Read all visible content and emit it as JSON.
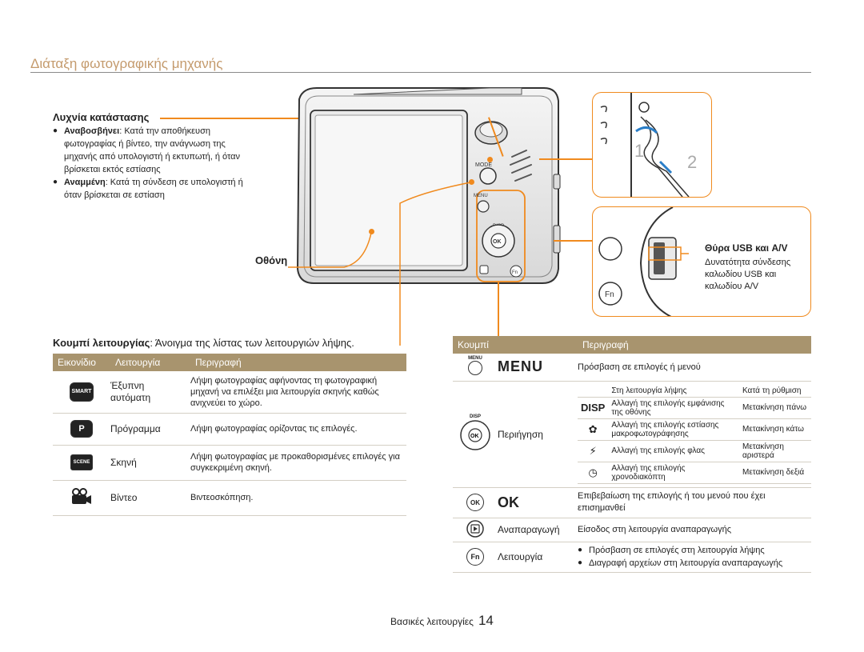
{
  "header": {
    "title": "Διάταξη φωτογραφικής μηχανής"
  },
  "status_lamp": {
    "label": "Λυχνία κατάστασης",
    "items": [
      {
        "term": "Αναβοσβήνει",
        "text": ": Κατά την αποθήκευση φωτογραφίας ή βίντεο, την ανάγνωση της μηχανής από υπολογιστή ή εκτυπωτή, ή όταν βρίσκεται εκτός εστίασης"
      },
      {
        "term": "Αναμμένη",
        "text": ": Κατά τη σύνδεση σε υπολογιστή ή όταν βρίσκεται σε εστίαση"
      }
    ]
  },
  "screen_label": "Οθόνη",
  "usb_port": {
    "label": "Θύρα USB και A/V",
    "desc_1": "Δυνατότητα σύνδεσης",
    "desc_2": "καλωδίου USB και",
    "desc_3": "καλωδίου A/V"
  },
  "camera": {
    "mode_label": "MODE",
    "menu_label": "MENU",
    "disp_label": "DISP",
    "ok_label": "OK",
    "fn_label": "Fn",
    "inset_step_1": "1",
    "inset_step_2": "2"
  },
  "mode_intro": {
    "term": "Κουμπί λειτουργίας",
    "text": ": Άνοιγμα της λίστας των λειτουργιών λήψης."
  },
  "mode_table": {
    "headers": [
      "Εικονίδιο",
      "Λειτουργία",
      "Περιγραφή"
    ],
    "rows": [
      {
        "icon": "smart-auto-icon",
        "icon_text": "SMART",
        "mode_1": "Έξυπνη",
        "mode_2": "αυτόματη",
        "desc": "Λήψη φωτογραφίας αφήνοντας τη φωτογραφική μηχανή να επιλέξει μια λειτουργία σκηνής καθώς ανιχνεύει το χώρο."
      },
      {
        "icon": "program-icon",
        "icon_text": "P",
        "mode_1": "Πρόγραμμα",
        "mode_2": "",
        "desc": "Λήψη φωτογραφίας ορίζοντας τις επιλογές."
      },
      {
        "icon": "scene-icon",
        "icon_text": "SCENE",
        "mode_1": "Σκηνή",
        "mode_2": "",
        "desc": "Λήψη φωτογραφίας με προκαθορισμένες επιλογές για συγκεκριμένη σκηνή."
      },
      {
        "icon": "movie-icon",
        "icon_text": "",
        "mode_1": "Βίντεο",
        "mode_2": "",
        "desc": "Βιντεοσκόπηση."
      }
    ]
  },
  "button_table": {
    "headers": [
      "Κουμπί",
      "Περιγραφή"
    ],
    "menu_row": {
      "small_label": "MENU",
      "big_label": "MENU",
      "desc": "Πρόσβαση σε επιλογές ή μενού"
    },
    "nav_row": {
      "label": "Περιήγηση",
      "sub_headers": [
        "Στη λειτουργία λήψης",
        "Κατά τη ρύθμιση"
      ],
      "sub_rows": [
        {
          "icon": "disp-icon",
          "icon_text": "DISP",
          "shoot": "Αλλαγή της επιλογής εμφάνισης της οθόνης",
          "setup": "Μετακίνηση πάνω"
        },
        {
          "icon": "macro-icon",
          "icon_text": "✿",
          "shoot": "Αλλαγή της επιλογής εστίασης μακροφωτογράφησης",
          "setup": "Μετακίνηση κάτω"
        },
        {
          "icon": "flash-icon",
          "icon_text": "⚡",
          "shoot": "Αλλαγή της επιλογής φλας",
          "setup": "Μετακίνηση αριστερά"
        },
        {
          "icon": "timer-icon",
          "icon_text": "◷",
          "shoot": "Αλλαγή της επιλογής χρονοδιακόπτη",
          "setup": "Μετακίνηση δεξιά"
        }
      ]
    },
    "ok_row": {
      "small_label": "OK",
      "big_label": "OK",
      "desc": "Επιβεβαίωση της επιλογής ή του μενού που έχει επισημανθεί"
    },
    "play_row": {
      "label": "Αναπαραγωγή",
      "desc": "Είσοδος στη λειτουργία αναπαραγωγής"
    },
    "fn_row": {
      "label": "Λειτουργία",
      "icon_text": "Fn",
      "items": [
        "Πρόσβαση σε επιλογές στη λειτουργία λήψης",
        "Διαγραφή αρχείων στη λειτουργία αναπαραγωγής"
      ]
    }
  },
  "footer": {
    "section": "Βασικές λειτουργίες",
    "page": "14"
  }
}
